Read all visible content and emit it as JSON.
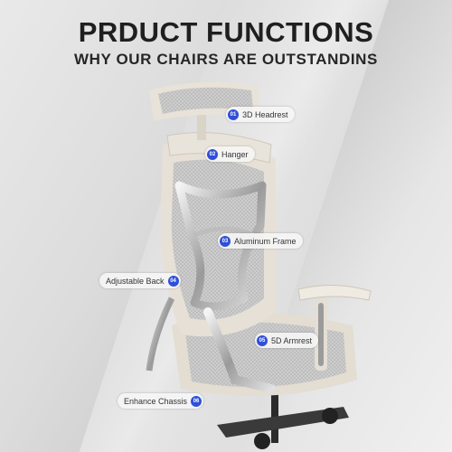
{
  "header": {
    "title": "PRDUCT FUNCTIONS",
    "subtitle": "WHY OUR CHAIRS ARE OUTSTANDINS"
  },
  "features": [
    {
      "number": "01",
      "label": "3D Headrest"
    },
    {
      "number": "02",
      "label": "Hanger"
    },
    {
      "number": "03",
      "label": "Aluminum Frame"
    },
    {
      "number": "04",
      "label": "Adjustable Back"
    },
    {
      "number": "05",
      "label": "5D Armrest"
    },
    {
      "number": "06",
      "label": "Enhance Chassis"
    }
  ],
  "colors": {
    "badge": "#2f4fd8",
    "frame": "#e8e3da",
    "mesh": "#c9c9c9"
  }
}
